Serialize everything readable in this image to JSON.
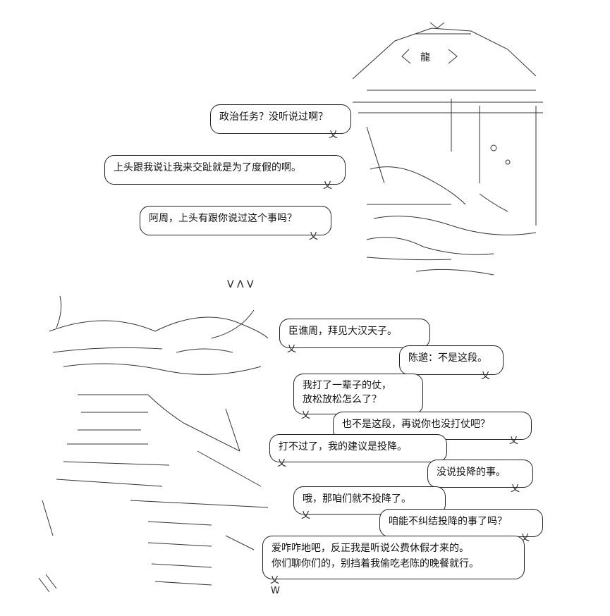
{
  "top_scene": {
    "sign_text": "龍",
    "bubbles": [
      {
        "text": "政治任务？没听说过啊？"
      },
      {
        "text": "上头跟我说让我来交趾就是为了度假的啊。"
      },
      {
        "text": "阿周，上头有跟你说过这个事吗？"
      }
    ]
  },
  "bottom_scene": {
    "bubbles": [
      {
        "text": "臣谯周，拜见大汉天子。"
      },
      {
        "text": "陈邈：不是这段。"
      },
      {
        "lines": [
          "我打了一辈子的仗，",
          "放松放松怎么了？"
        ]
      },
      {
        "text": "也不是这段，再说你也没打仗吧？"
      },
      {
        "text": "打不过了，我的建议是投降。"
      },
      {
        "text": "没说投降的事。"
      },
      {
        "text": "哦，那咱们就不投降了。"
      },
      {
        "text": "咱能不纠结投降的事了吗？"
      },
      {
        "lines": [
          "爱咋咋地吧，反正我是听说公费休假才来的。",
          "你们聊你们的，别挡着我偷吃老陈的晚餐就行。"
        ]
      }
    ]
  },
  "art_glyphs": {
    "stars": "V Λ V",
    "tail_mark": "W"
  }
}
